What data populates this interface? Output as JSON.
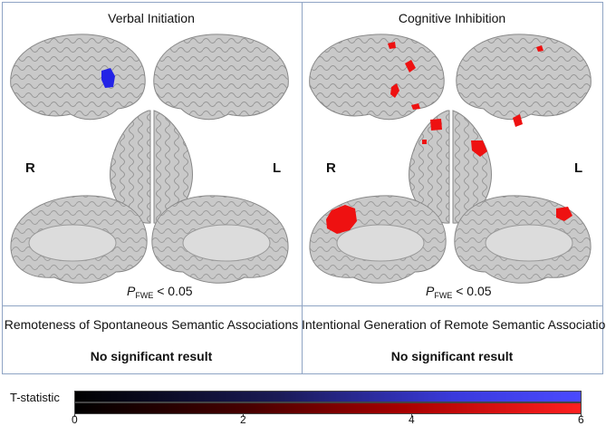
{
  "panels": {
    "verbal": {
      "title": "Verbal Initiation",
      "right_label": "R",
      "left_label": "L",
      "p_main": "P",
      "p_sub": "FWE",
      "p_rest": " < 0.05"
    },
    "cognitive": {
      "title": "Cognitive Inhibition",
      "right_label": "R",
      "left_label": "L",
      "p_main": "P",
      "p_sub": "FWE",
      "p_rest": " < 0.05"
    }
  },
  "lower": {
    "left": {
      "title": "Remoteness of Spontaneous Semantic Associations",
      "result": "No significant result"
    },
    "right": {
      "title": "Intentional Generation of Remote Semantic Associations",
      "result": "No significant result"
    }
  },
  "legend": {
    "label": "T-statistic",
    "ticks": [
      "0",
      "2",
      "4",
      "6"
    ],
    "range": [
      0,
      6
    ],
    "colors": {
      "blue": "#3a3aff",
      "red": "#ff1a1a"
    }
  },
  "colors": {
    "brain": "#c9c9c9",
    "grid": "#8fa4c4",
    "negative_cluster": "#2323e6",
    "positive_cluster": "#ee1111"
  }
}
